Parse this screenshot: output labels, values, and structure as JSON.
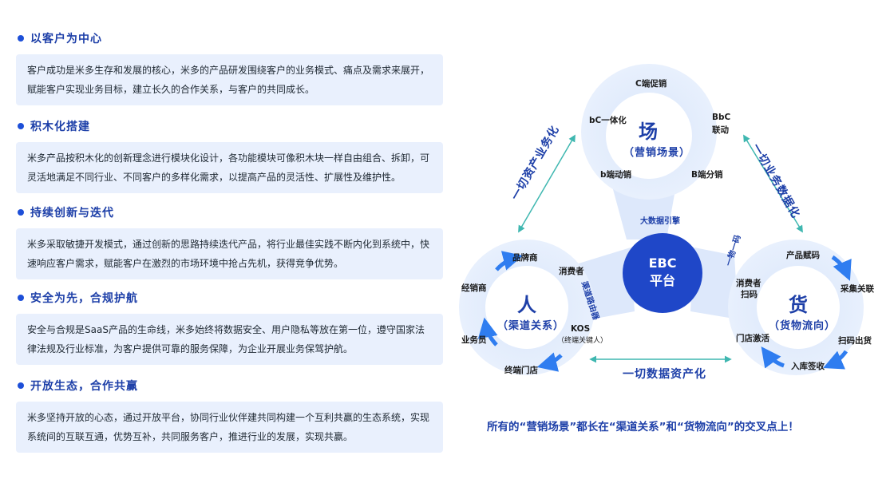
{
  "principles": [
    {
      "title": "以客户为中心",
      "body": "客户成功是米多生存和发展的核心，米多的产品研发围绕客户的业务模式、痛点及需求来展开，赋能客户实现业务目标，建立长久的合作关系，与客户的共同成长。"
    },
    {
      "title": "积木化搭建",
      "body": "米多产品按积木化的创新理念进行模块化设计，各功能模块可像积木块一样自由组合、拆卸，可灵活地满足不同行业、不同客户的多样化需求，以提高产品的灵活性、扩展性及维护性。"
    },
    {
      "title": "持续创新与迭代",
      "body": "米多采取敏捷开发模式，通过创新的思路持续迭代产品，将行业最佳实践不断内化到系统中，快速响应客户需求，赋能客户在激烈的市场环境中抢占先机，获得竞争优势。"
    },
    {
      "title": "安全为先，合规护航",
      "body": "安全与合规是SaaS产品的生命线，米多始终将数据安全、用户隐私等放在第一位，遵守国家法律法规及行业标准，为客户提供可靠的服务保障，为企业开展业务保驾护航。"
    },
    {
      "title": "开放生态，合作共赢",
      "body": "米多坚持开放的心态，通过开放平台，协同行业伙伴建共同构建一个互利共赢的生态系统，实现系统间的互联互通，优势互补，共同服务客户，推进行业的发展，实现共赢。"
    }
  ],
  "diagram": {
    "center": {
      "line1": "EBC",
      "line2": "平台"
    },
    "chang": {
      "big": "场",
      "sub": "（营销场景）",
      "items": [
        "C端促销",
        "bC一体化",
        "BbC",
        "联动",
        "b端动销",
        "B端分销"
      ]
    },
    "ren": {
      "big": "人",
      "sub": "（渠道关系）",
      "items": [
        "品牌商",
        "消费者",
        "经销商",
        "KOS",
        "（终端关键人）",
        "业务员",
        "终端门店"
      ]
    },
    "huo": {
      "big": "货",
      "sub": "（货物流向）",
      "items": [
        "产品赋码",
        "消费者",
        "扫码",
        "采集关联",
        "门店激活",
        "扫码出货",
        "入库签收"
      ]
    },
    "links": {
      "top": "大数据引擎",
      "left": "渠道路由器",
      "right": "一物一码"
    },
    "edges": {
      "left": "一切资产业务化",
      "right": "一切业务数据化",
      "bottom": "一切数据资产化"
    },
    "footer": "所有的“营销场景”都长在“渠道关系”和“货物流向”的交叉点上！"
  },
  "colors": {
    "accent": "#1d3fa8",
    "center": "#1f47c8",
    "box": "#e9f0fd",
    "arrow": "#2f7df0",
    "edge_arrow": "#3fb7b0"
  }
}
